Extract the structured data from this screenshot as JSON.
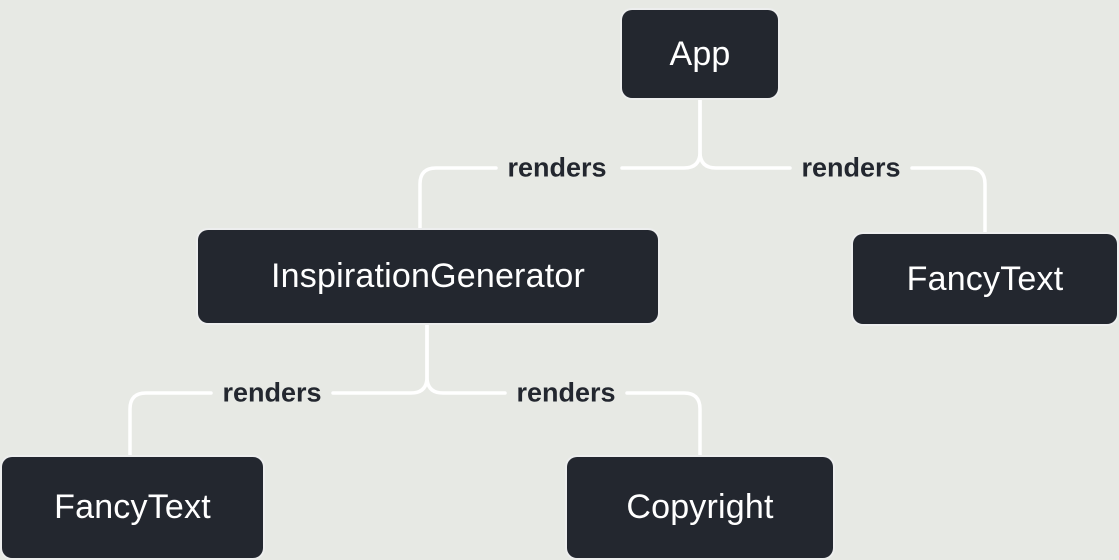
{
  "diagram": {
    "type": "render-tree",
    "colors": {
      "background": "#e7e9e4",
      "node_fill": "#23272f",
      "node_text": "#ffffff",
      "line": "#ffffff",
      "label_text": "#23272f"
    },
    "nodes": [
      {
        "id": "app",
        "label": "App"
      },
      {
        "id": "inspiration-generator",
        "label": "InspirationGenerator"
      },
      {
        "id": "fancy-text-right",
        "label": "FancyText"
      },
      {
        "id": "fancy-text-left",
        "label": "FancyText"
      },
      {
        "id": "copyright",
        "label": "Copyright"
      }
    ],
    "edges": [
      {
        "from": "App",
        "to": "InspirationGenerator",
        "label": "renders"
      },
      {
        "from": "App",
        "to": "FancyText",
        "label": "renders"
      },
      {
        "from": "InspirationGenerator",
        "to": "FancyText",
        "label": "renders"
      },
      {
        "from": "InspirationGenerator",
        "to": "Copyright",
        "label": "renders"
      }
    ]
  }
}
